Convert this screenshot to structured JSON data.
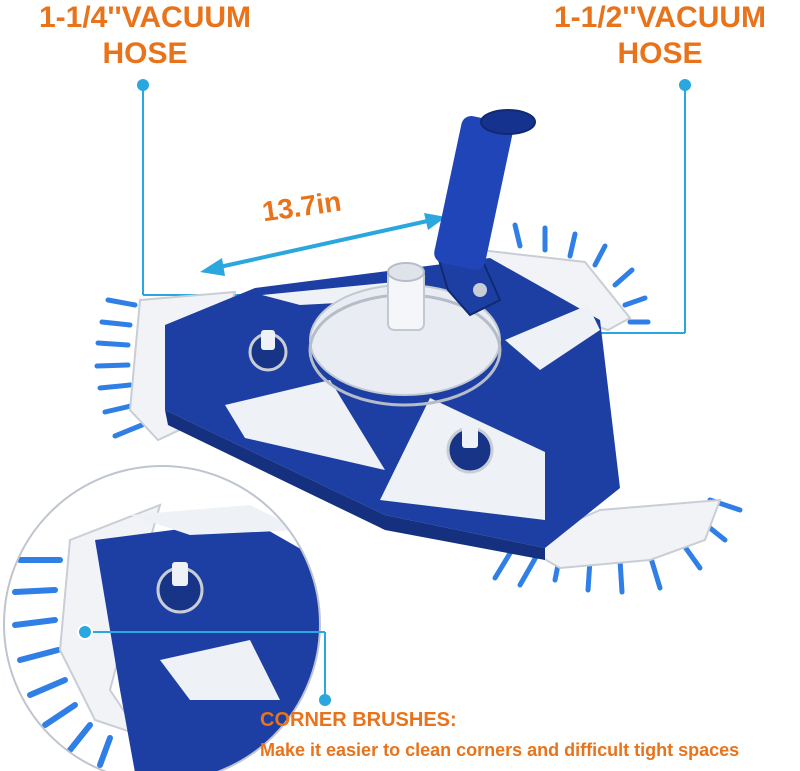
{
  "labels": {
    "hose_left": [
      "1-1/4''VACUUM",
      "HOSE"
    ],
    "hose_right": [
      "1-1/2''VACUUM",
      "HOSE"
    ],
    "dimension": "13.7in",
    "corner_title": "CORNER BRUSHES:",
    "corner_desc": "Make it easier to clean corners and difficult tight spaces"
  },
  "colors": {
    "accent_orange": "#e8731a",
    "callout_blue": "#2aa7df",
    "body_blue": "#1d3fa3",
    "bristle_blue": "#2f7fe6",
    "panel_white": "#f1f3f6"
  }
}
